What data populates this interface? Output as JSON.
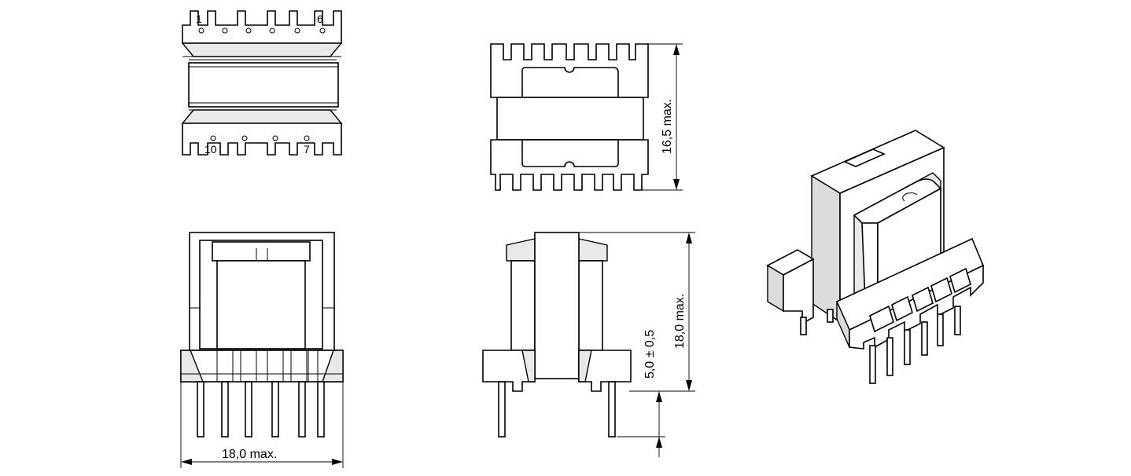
{
  "views": {
    "top": {
      "pin_label_top_left": "1",
      "pin_label_top_right": "6",
      "pin_label_bottom_left": "10",
      "pin_label_bottom_right": "7"
    },
    "side": {
      "height_dimension": "16,5  max."
    },
    "front": {
      "width_dimension": "18,0  max."
    },
    "section": {
      "pin_length_dimension": "5,0 ± 0,5",
      "height_dimension": "18,0  max."
    },
    "isometric": {}
  },
  "colors": {
    "line": "#000000",
    "background": "#ffffff",
    "shade": "#e9e9e9"
  }
}
